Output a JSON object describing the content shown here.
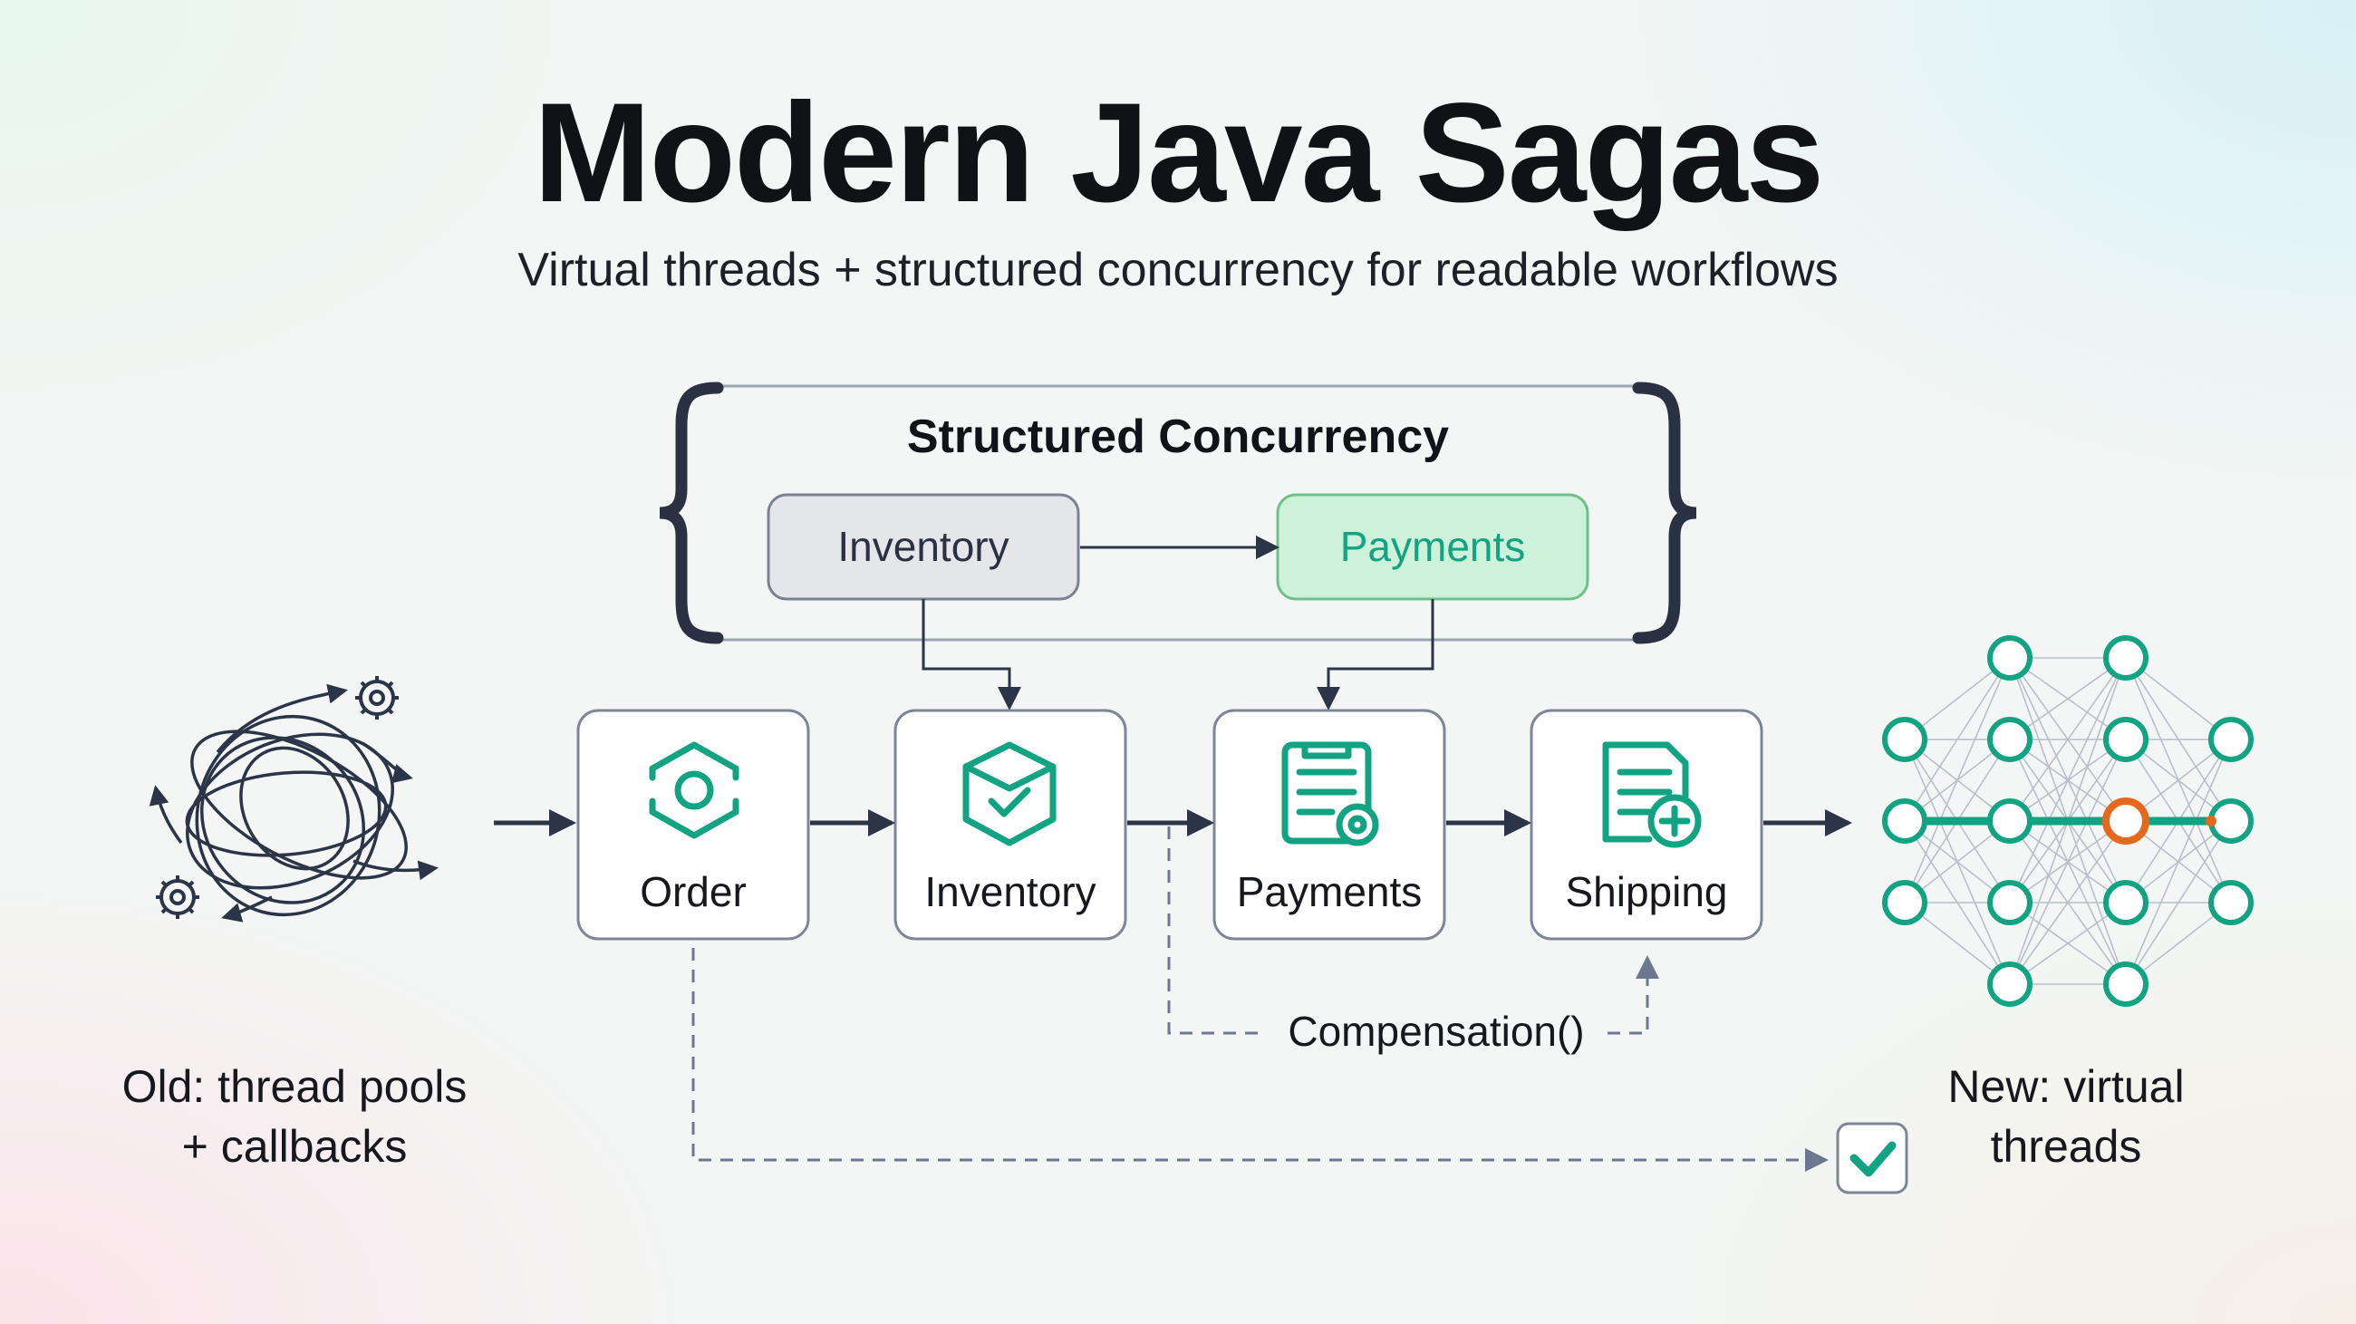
{
  "title": "Modern Java Sagas",
  "subtitle": "Virtual threads + structured concurrency for readable workflows",
  "structured_concurrency": {
    "title": "Structured Concurrency",
    "inventory_label": "Inventory",
    "payments_label": "Payments"
  },
  "steps": [
    {
      "label": "Order",
      "icon": "order-hexagon-icon"
    },
    {
      "label": "Inventory",
      "icon": "inventory-box-check-icon"
    },
    {
      "label": "Payments",
      "icon": "payments-document-icon"
    },
    {
      "label": "Shipping",
      "icon": "shipping-document-plus-icon"
    }
  ],
  "compensation_label": "Compensation()",
  "old_label": {
    "line1": "Old: thread pools",
    "line2": "+ callbacks"
  },
  "new_label": {
    "line1": "New: virtual",
    "line2": "threads"
  },
  "colors": {
    "accent_green": "#12a383",
    "accent_orange": "#e5681f",
    "dark_navy": "#2c3547",
    "gray_box": "#e5e6ea",
    "green_box": "#cdf2d9"
  }
}
